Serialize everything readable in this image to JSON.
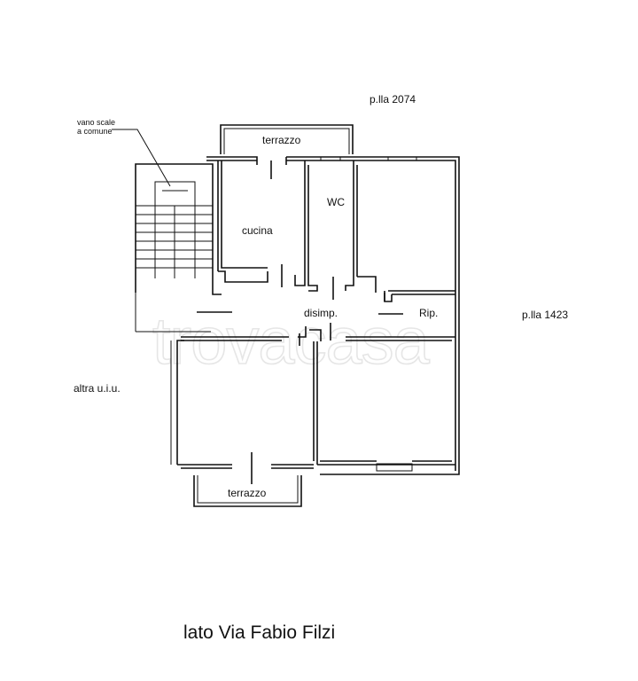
{
  "labels": {
    "plla_north": "p.lla 2074",
    "plla_east": "p.lla 1423",
    "neighbor": "altra u.i.u.",
    "stair_line1": "vano scale",
    "stair_line2": "a comune",
    "terrace_top": "terrazzo",
    "terrace_bottom": "terrazzo",
    "kitchen": "cucina",
    "wc": "WC",
    "hall": "disimp.",
    "storage": "Rip.",
    "street": "lato Via Fabio Filzi"
  },
  "watermark": "trovacasa",
  "colors": {
    "line": "#111111",
    "watermark": "#e6e6e6"
  }
}
